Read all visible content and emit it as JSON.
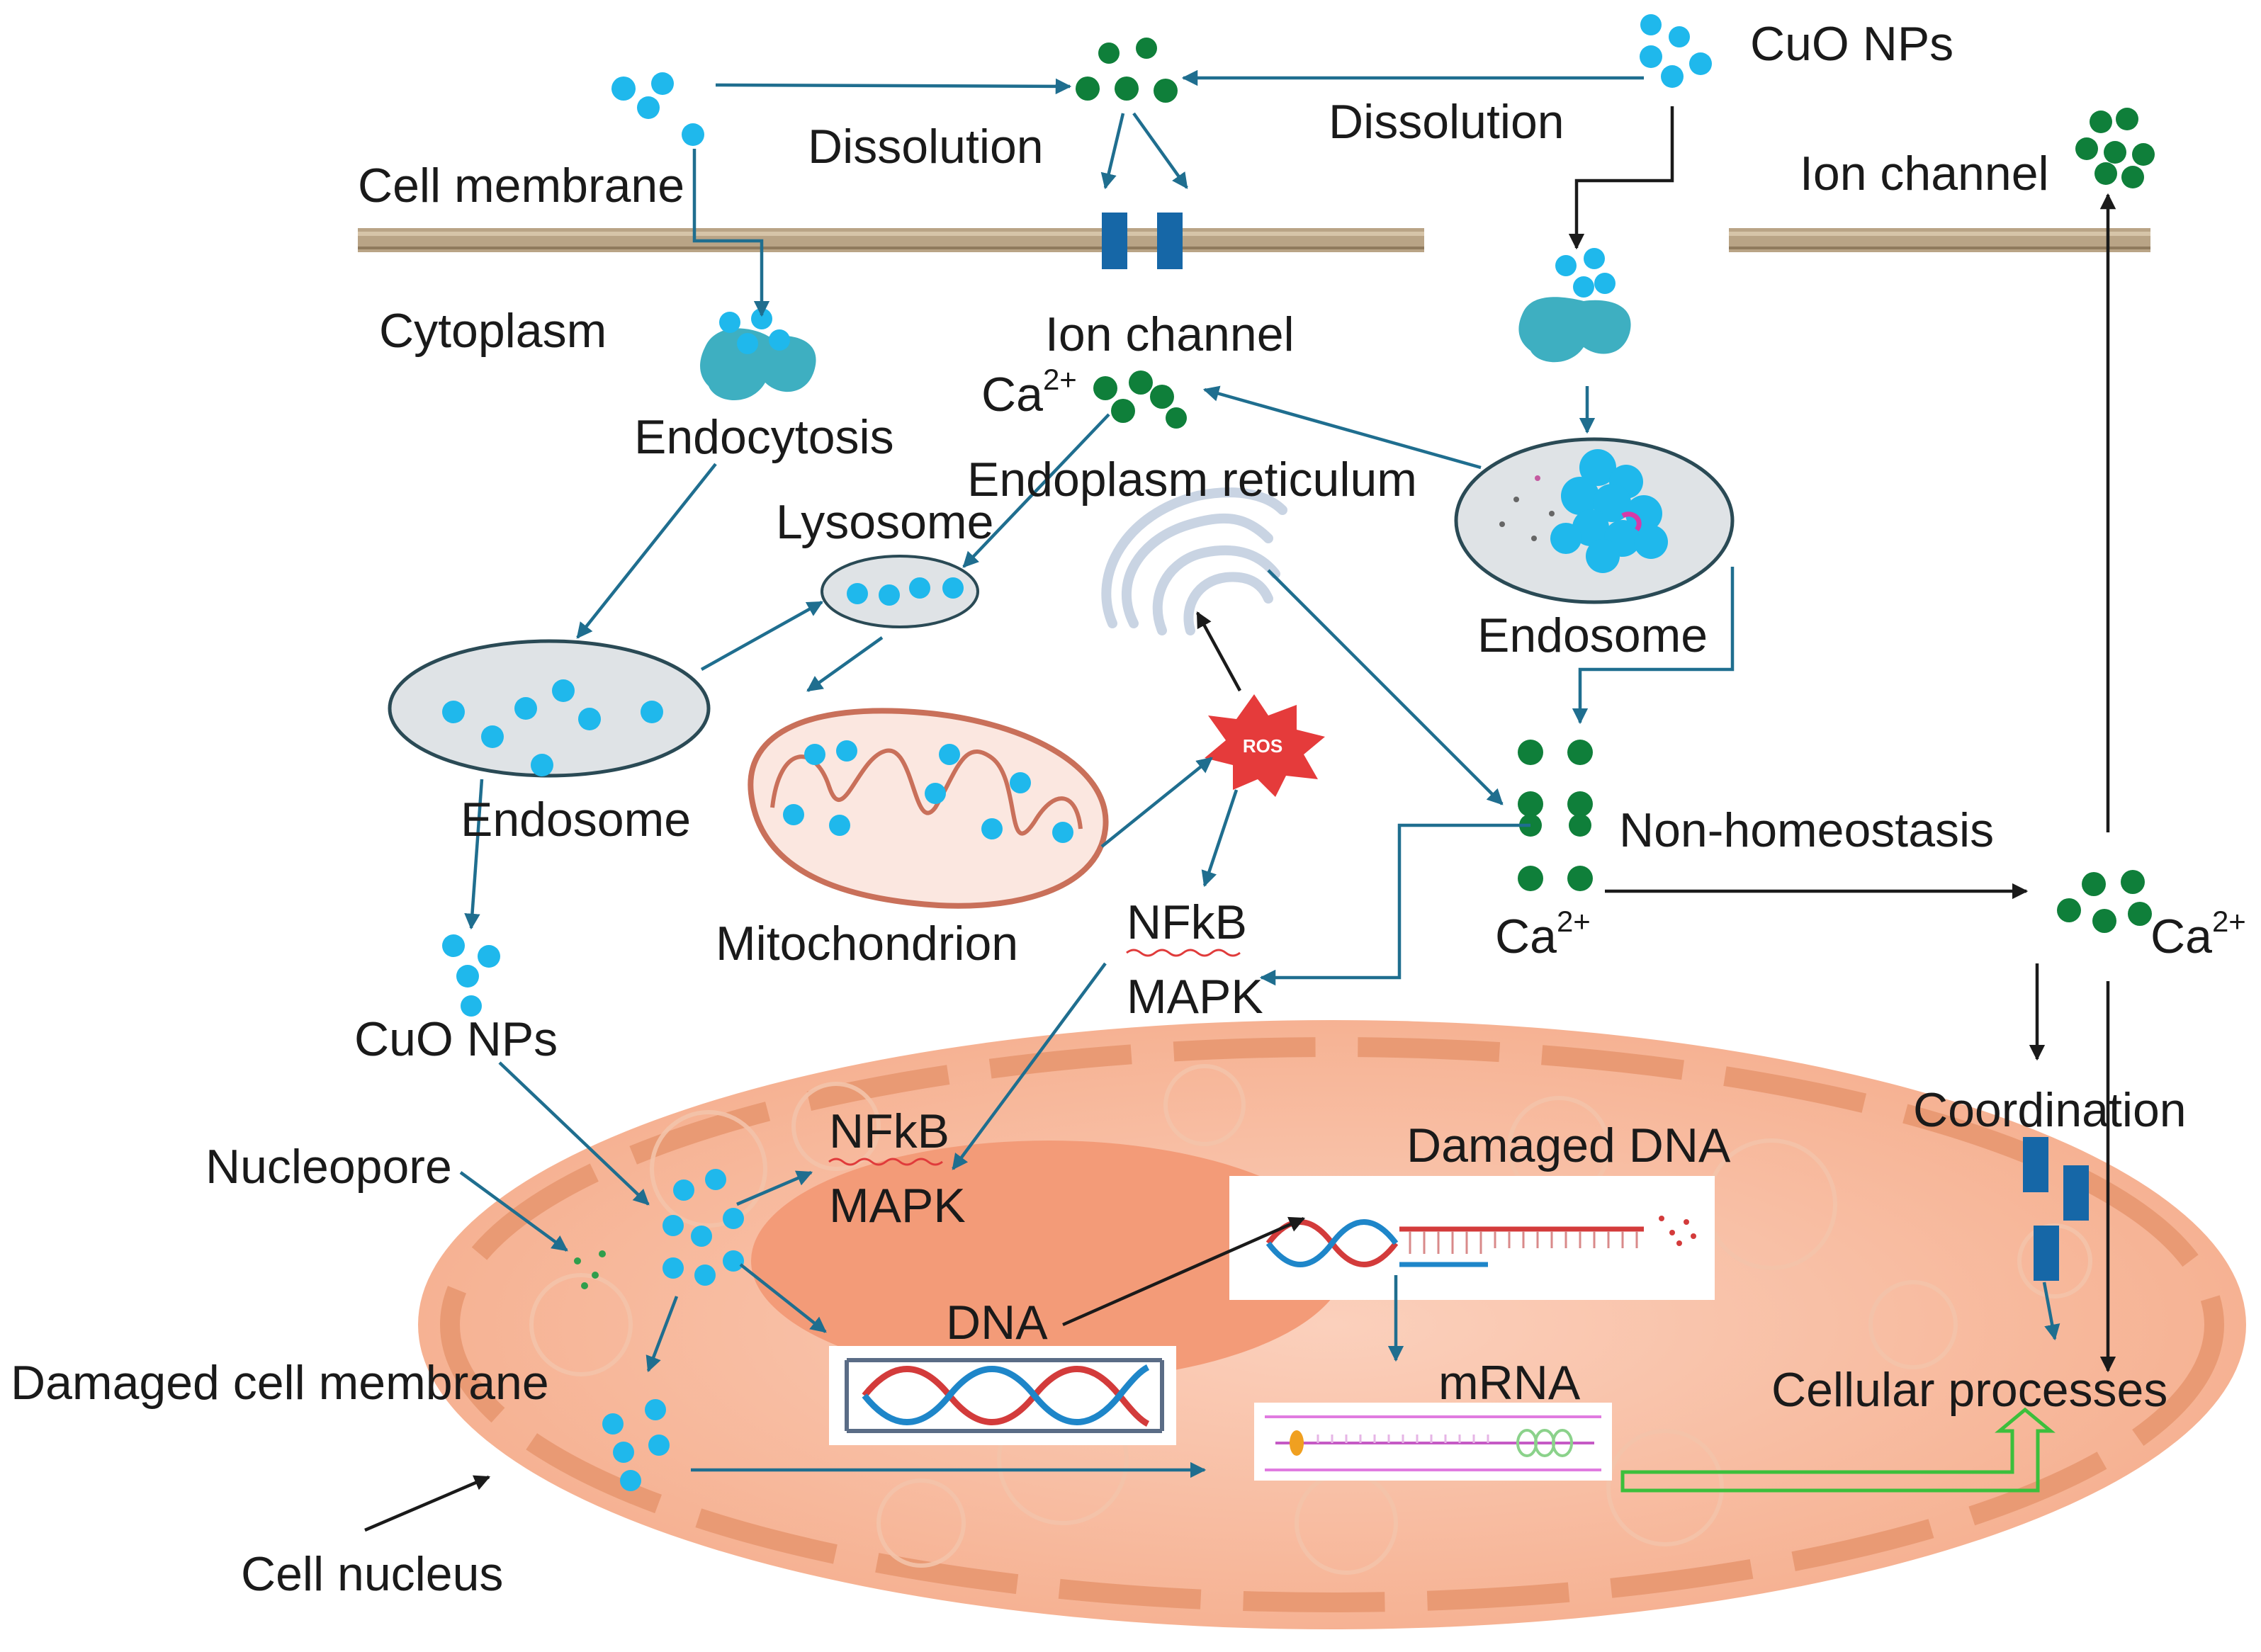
{
  "labels": {
    "cuo_nps_top": "CuO NPs",
    "dissolution_left": "Dissolution",
    "dissolution_right": "Dissolution",
    "cell_membrane": "Cell membrane",
    "ion_channel_top_right": "Ion channel",
    "cytoplasm": "Cytoplasm",
    "ion_channel_center": "Ion channel",
    "ca_center": "Ca",
    "ca_sup": "2+",
    "endocytosis": "Endocytosis",
    "endoplasm_reticulum": "Endoplasm reticulum",
    "lysosome": "Lysosome",
    "endosome_right": "Endosome",
    "endosome_left": "Endosome",
    "ros": "ROS",
    "non_homeostasis": "Non-homeostasis",
    "ca_mid": "Ca",
    "ca_right": "Ca",
    "mitochondrion": "Mitochondrion",
    "nfkb_cyto": "NFkB",
    "mapk_cyto": "MAPK",
    "cuo_nps_left": "CuO NPs",
    "coordination": "Coordination",
    "damaged_dna": "Damaged DNA",
    "nucleopore": "Nucleopore",
    "nfkb_nuc": "NFkB",
    "mapk_nuc": "MAPK",
    "dna": "DNA",
    "damaged_cell_membrane": "Damaged cell membrane",
    "mrna": "mRNA",
    "cellular_processes": "Cellular processes",
    "cell_nucleus": "Cell nucleus"
  },
  "colors": {
    "nanoparticle": "#1fb8ec",
    "ion": "#0f7f3a",
    "arrow_teal": "#1f6e8f",
    "arrow_black": "#1a1a1a",
    "membrane": "#b9a486",
    "ion_channel": "#1667a7",
    "nucleus": "#f7b79a",
    "nucleus_rim": "#e99a74",
    "endosome_fill": "#dfe3e6",
    "mitochondrion": "#c9705a",
    "ros": "#e53b3b",
    "mrna_arrow": "#3cbf3c"
  }
}
